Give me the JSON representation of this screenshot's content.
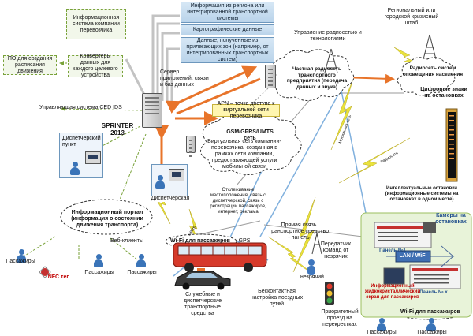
{
  "labels": {
    "company_system": "Информационная система компании перевозчика",
    "po_schedule": "ПО для создания расписания движения",
    "converters": "Конвертеры данных для каждого целевого устройства",
    "info_region": "Информация из региона или интегрированной транспортной системы",
    "cartography": "Картографические данные",
    "adjacent_zones": "Данные, полученные из прилегающих зон (например, от интегрированных транспортных систем)",
    "app_server": "Сервер приложений, связи и баз данных",
    "ced_ids": "Управляющая система CED IDS",
    "sprinter": "SPRINTER 2013",
    "radio_mgmt": "Управление радиосетью и технологиями",
    "private_radio": "Частная радиосеть транспортного предприятия (передача данных и звука)",
    "regional_hq": "Региональный или городской кризисный штаб",
    "alert_network": "Радиосеть систем оповещения населения",
    "digital_signs": "Цифровые знаки на остановках",
    "apn": "APN – точка доступа к виртуальной сети перевозчика",
    "gsm": "GSM/GPRS/UMTS сеть",
    "virtual_net": "Виртуальная сеть компании-перевозчика, созданная в рамках сети компании, предоставляющей услуги мобильной связи",
    "dispatch_point": "Диспетчерский пункт",
    "dispatch": "Диспетчерская",
    "tracking": "Отслеживание местоположения, связь с диспетчерской, связь с регистрации пассажиров, интернет, реклама",
    "info_portal": "Информационный портал (информация о состоянии движения транспорта)",
    "web_clients": "Веб-клиенты",
    "passengers1": "Пассажиры",
    "passengers2": "Пассажиры",
    "passengers3": "Пассажиры",
    "passengers4": "Пассажиры",
    "passengers5": "Пассажиры",
    "nfc": "NFC тег",
    "wifi_bus": "Wi-Fi для пассажиров",
    "gps": "GPS",
    "direct_link": "Прямая связь транспортное средство - панель",
    "transmitter": "Передатчик команд от незрячих",
    "blind": "незрячий",
    "smart_stops": "Интеллектуальные остановки (информационные системы на остановках в одном месте)",
    "cameras": "Камеры на остановках",
    "panel1": "Панель №1",
    "lan_wifi": "LAN / WiFi",
    "panel_x": "Панель № x",
    "lcd_screen": "Информационный жидкокристаллический экран для пассажиров",
    "wifi_stop": "Wi-Fi для пассажиров",
    "service_vehicles": "Служебные и диспетчерские транспортные средства",
    "contactless": "Бесконтактная настройка поездных путей",
    "priority": "Приоритетный проезд на перекрестках",
    "gprs": "GPRS",
    "mobile_net": "Мобильная сеть",
    "radio": "Радиосеть"
  },
  "colors": {
    "arrow_orange": "#e8742a",
    "link_gray": "#b9b9b9",
    "link_blue": "#4b8fd0",
    "green_dash": "#79a23a",
    "lightning": "#e9e23c",
    "bus_red": "#d63a2b"
  }
}
